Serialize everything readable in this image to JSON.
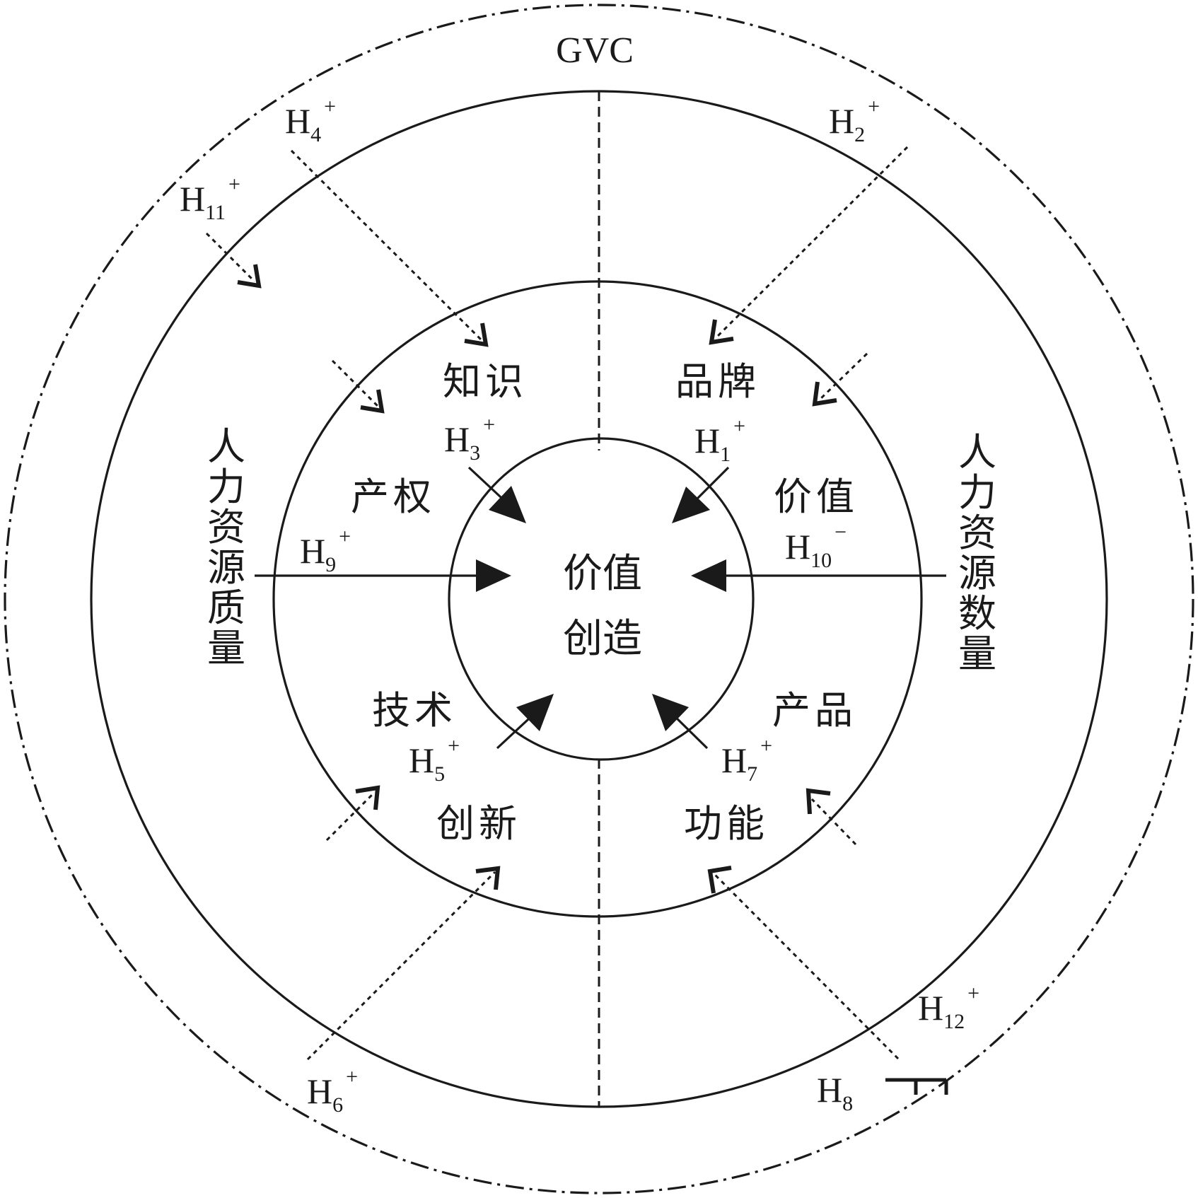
{
  "outer_label": "GVC",
  "center": {
    "line1": "价值",
    "line2": "创造"
  },
  "sectors": {
    "knowledge": "知识",
    "brand": "品牌",
    "property": "产权",
    "value": "价值",
    "technology": "技术",
    "product": "产品",
    "innovation": "创新",
    "function": "功能"
  },
  "left_side": {
    "chars": [
      "人",
      "力",
      "资",
      "源",
      "质",
      "量"
    ]
  },
  "right_side": {
    "chars": [
      "人",
      "力",
      "资",
      "源",
      "数",
      "量"
    ]
  },
  "hypotheses": [
    {
      "id": "h1",
      "base": "H",
      "sub": "1",
      "sign": "+"
    },
    {
      "id": "h2",
      "base": "H",
      "sub": "2",
      "sign": "+"
    },
    {
      "id": "h3",
      "base": "H",
      "sub": "3",
      "sign": "+"
    },
    {
      "id": "h4",
      "base": "H",
      "sub": "4",
      "sign": "+"
    },
    {
      "id": "h5",
      "base": "H",
      "sub": "5",
      "sign": "+"
    },
    {
      "id": "h6",
      "base": "H",
      "sub": "6",
      "sign": "+"
    },
    {
      "id": "h7",
      "base": "H",
      "sub": "7",
      "sign": "+"
    },
    {
      "id": "h8",
      "base": "H",
      "sub": "8",
      "sign": ""
    },
    {
      "id": "h9",
      "base": "H",
      "sub": "9",
      "sign": "+"
    },
    {
      "id": "h10",
      "base": "H",
      "sub": "10",
      "sign": "−"
    },
    {
      "id": "h11",
      "base": "H",
      "sub": "11",
      "sign": "+"
    },
    {
      "id": "h12",
      "base": "H",
      "sub": "12",
      "sign": "+"
    }
  ]
}
